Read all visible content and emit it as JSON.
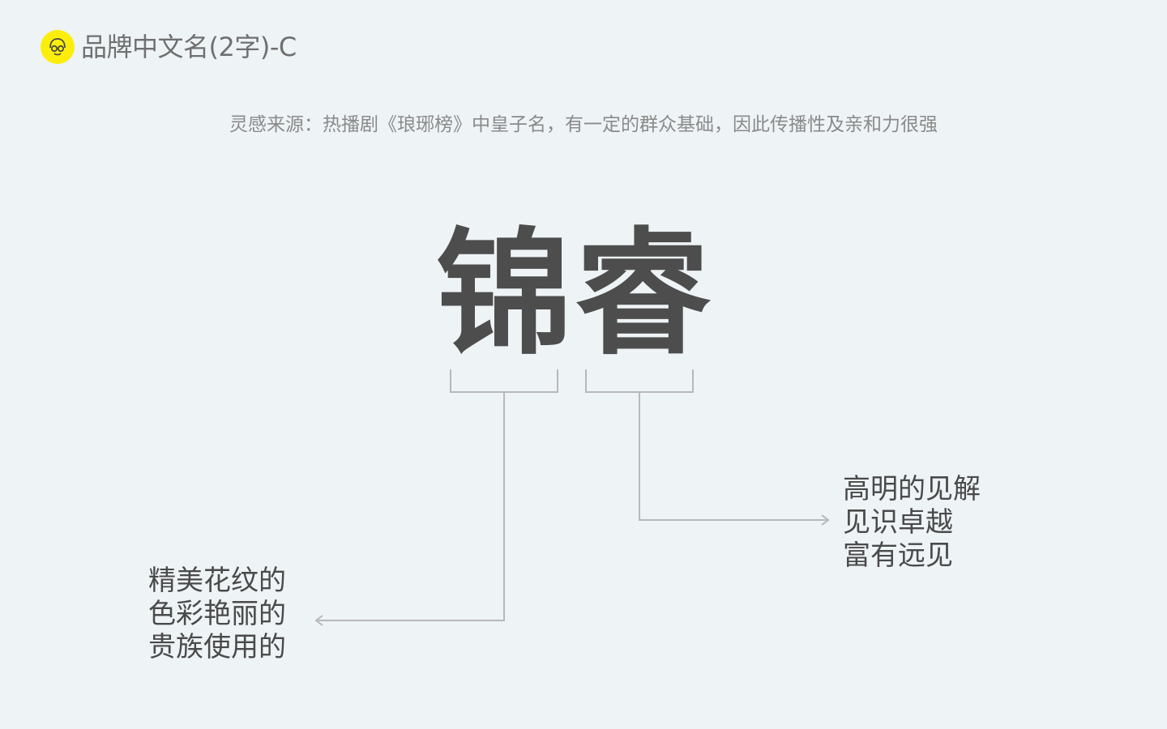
{
  "header": {
    "logo_icon": "face-outline-icon",
    "title": "品牌中文名(2字)-C",
    "accent_color": "#fbee0b"
  },
  "inspiration": "灵感来源：热播剧《琅琊榜》中皇子名，有一定的群众基础，因此传播性及亲和力很强",
  "brand_name": {
    "char_1": "锦",
    "char_2": "睿"
  },
  "meanings": {
    "left": {
      "line_1": "精美花纹的",
      "line_2": "色彩艳丽的",
      "line_3": "贵族使用的"
    },
    "right": {
      "line_1": "高明的见解",
      "line_2": "见识卓越",
      "line_3": "富有远见"
    }
  }
}
